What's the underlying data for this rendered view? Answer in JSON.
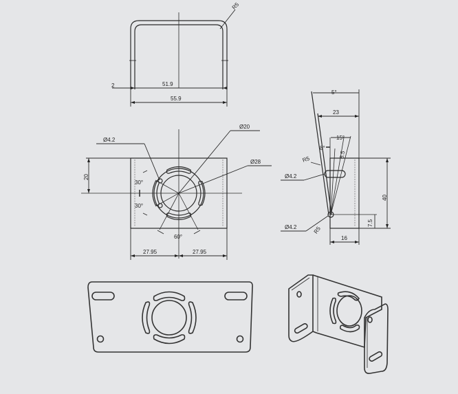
{
  "drawing": {
    "background": "#e5e6e8",
    "line_color": "#2a2a2a",
    "top_view": {
      "radius_label": "R5",
      "inner_width_label": "51.9",
      "outer_width_label": "55.9",
      "thickness_label": "2"
    },
    "front_view": {
      "hole_label": "Ø4.2",
      "height_label": "20",
      "inner_circle_label": "Ø20",
      "outer_circle_label": "Ø28",
      "angle_upper_label": "30°",
      "angle_lower_label": "30°",
      "angle_bottom_label": "60°",
      "half_width_left_label": "27.95",
      "half_width_right_label": "27.95"
    },
    "side_view": {
      "angle_top_label": "5°",
      "width_label": "23",
      "angle_slot_label": "15°",
      "small_angle_label": "8°",
      "slot_label": "8.5",
      "radius_label": "R5",
      "upper_hole_label": "Ø4.2",
      "lower_hole_label": "Ø4.2",
      "lower_radius_label": "R5",
      "height_label": "40",
      "offset_label": "7.5",
      "base_label": "16"
    },
    "views": [
      "top-view",
      "front-view",
      "side-view",
      "flat-pattern-view",
      "isometric-view"
    ]
  }
}
